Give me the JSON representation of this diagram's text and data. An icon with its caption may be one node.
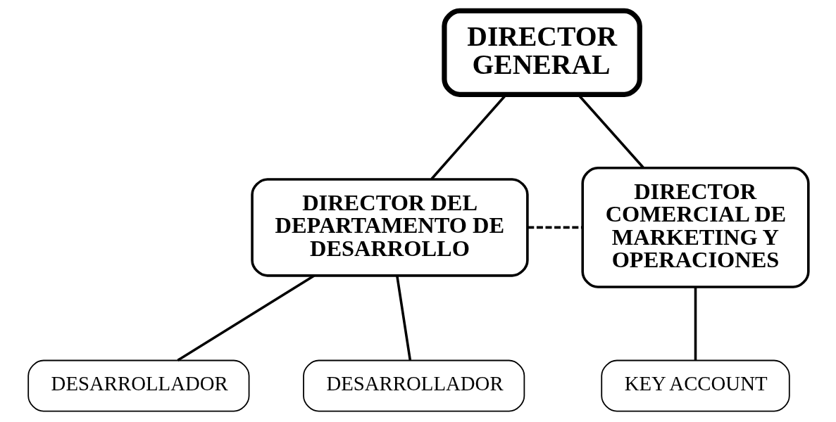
{
  "diagram": {
    "nodes": [
      {
        "text": [
          "DIRECTOR GENERAL"
        ]
      },
      {
        "text": [
          "DIRECTOR DEL DEPARTAMENTO DE DESARROLLO"
        ]
      },
      {
        "text": [
          "DIRECTOR COMERCIAL DE MARKETING Y OPERACIONES"
        ]
      },
      {
        "text": [
          "DESARROLLADOR"
        ]
      },
      {
        "text": [
          "DESARROLLADOR"
        ]
      },
      {
        "text": [
          "KEY ACCOUNT"
        ]
      }
    ],
    "edges": [
      {
        "from": 0,
        "to": 1,
        "arrow": "none"
      },
      {
        "from": 0,
        "to": 2,
        "arrow": "none"
      },
      {
        "from": 1,
        "to": 2,
        "arrow": "none",
        "style": "dashed"
      },
      {
        "from": 1,
        "to": 3,
        "arrow": "none"
      },
      {
        "from": 1,
        "to": 4,
        "arrow": "none"
      },
      {
        "from": 2,
        "to": 5,
        "arrow": "none"
      }
    ]
  }
}
